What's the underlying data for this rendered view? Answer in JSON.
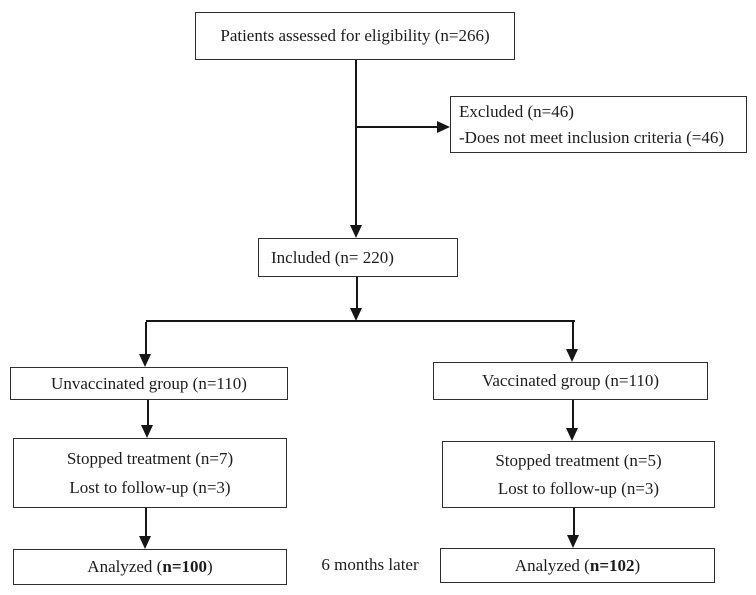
{
  "flowchart": {
    "eligibility": {
      "text": "Patients assessed for eligibility (n=266)"
    },
    "excluded": {
      "line1": "Excluded (n=46)",
      "line2": "-Does not meet inclusion criteria (=46)"
    },
    "included": {
      "text": "Included (n= 220)"
    },
    "unvaccinated": {
      "text": "Unvaccinated group (n=110)"
    },
    "vaccinated": {
      "text": "Vaccinated group (n=110)"
    },
    "stopped_left": {
      "line1": "Stopped treatment (n=7)",
      "line2": "Lost to follow-up (n=3)"
    },
    "stopped_right": {
      "line1": "Stopped treatment (n=5)",
      "line2": "Lost to follow-up (n=3)"
    },
    "analyzed_left": {
      "prefix": "Analyzed (",
      "bold": "n=100",
      "suffix": ")"
    },
    "analyzed_right": {
      "prefix": "Analyzed (",
      "bold": "n=102",
      "suffix": ")"
    },
    "time_label": "6 months later"
  },
  "colors": {
    "background": "#ffffff",
    "text": "#1c1c1c",
    "border": "#2e2e2e",
    "line": "#161616"
  }
}
